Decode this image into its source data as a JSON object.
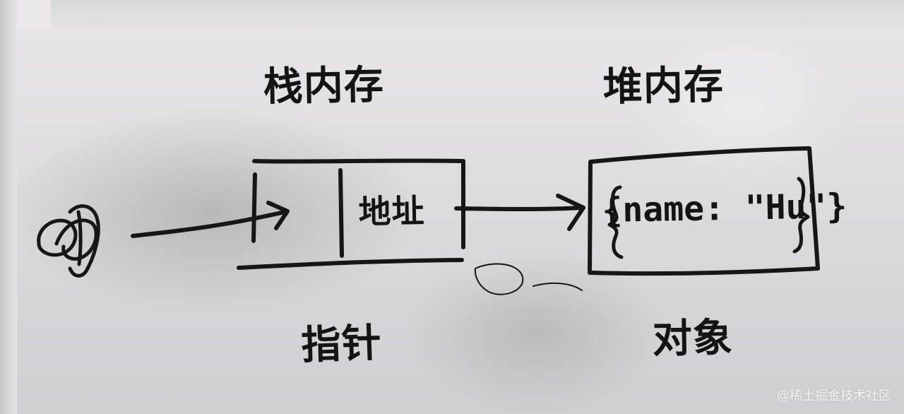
{
  "labels": {
    "stack_memory": "栈内存",
    "heap_memory": "堆内存",
    "address": "地址",
    "pointer": "指针",
    "object": "对象",
    "object_value": "{name: \"Hu\"}",
    "watermark": "@稀土掘金技术社区"
  }
}
